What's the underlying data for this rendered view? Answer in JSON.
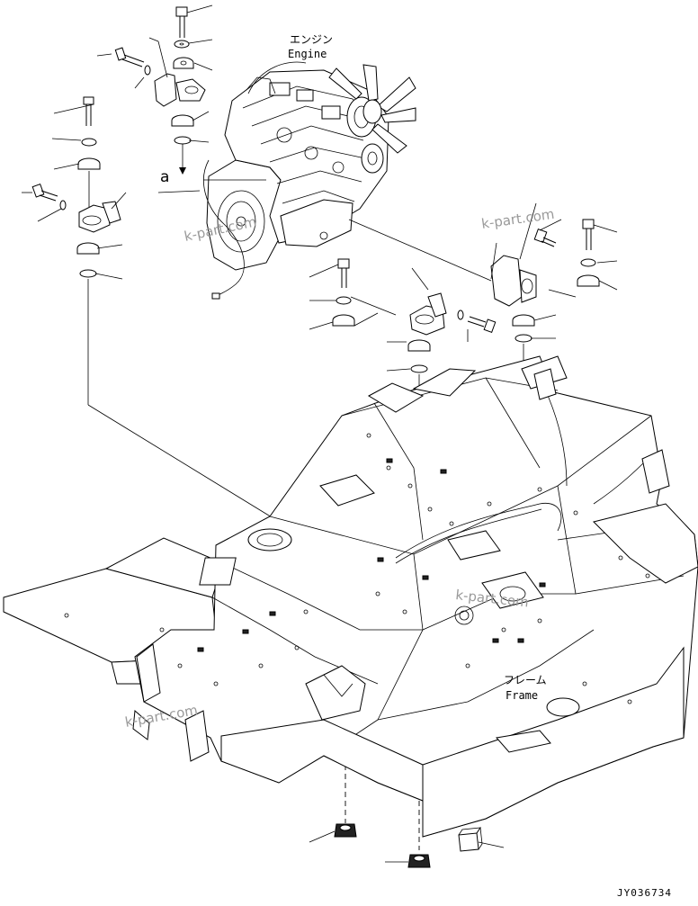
{
  "labels": {
    "engine_jp": "エンジン",
    "engine_en": "Engine",
    "frame_jp": "フレーム",
    "frame_en": "Frame",
    "view_arrow_a": "a",
    "view_arrow_a2": "a"
  },
  "watermarks": [
    "k-part.com",
    "k-part.com",
    "k-part.com",
    "k-part.com"
  ],
  "drawing_number": "JY036734",
  "icons": {
    "engine": "engine-assembly-icon",
    "frame": "frame-assembly-icon",
    "bolt": "bolt-icon",
    "washer": "washer-icon",
    "cushion": "rubber-mount-icon",
    "bracket": "engine-bracket-icon",
    "stopper": "stopper-nut-icon"
  }
}
